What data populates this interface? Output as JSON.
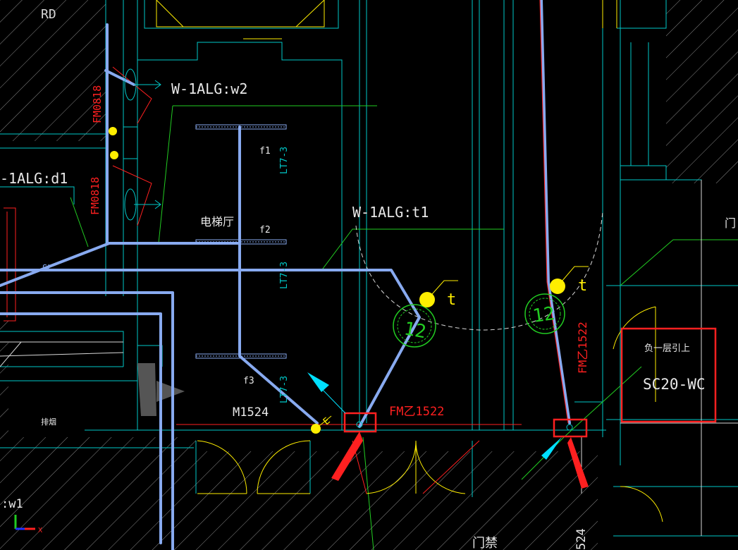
{
  "labels": {
    "rd": "RD",
    "w1alg_w2": "W-1ALG:w2",
    "alg_d1": "-1ALG:d1",
    "w1alg_t1": "W-1ALG:t1",
    "fm0818": "FM0818",
    "fm0818_b": "FM0818",
    "elevator_hall": "电梯厅",
    "f1": "f1",
    "f2": "f2",
    "f3": "f3",
    "lt7_3_a": "LT7-3",
    "lt7_3_b": "LT7-3",
    "lt7_3_c": "LT7-3",
    "m1524": "M1524",
    "fm_yi1522_a": "FM乙1522",
    "fm_yi1522_b": "FM乙1522",
    "sc20_wc": "SC20-WC",
    "neg1_floor_up": "负一层引上",
    "door_label": "门",
    "smoke_exhaust": "排烟",
    "mj_label": "门禁",
    "w1_bottom": ":w1",
    "num_524": "524",
    "t_mark_a": "t",
    "t_mark_b": "t",
    "e_mark": "E",
    "circle_12_a": "12",
    "circle_12_b": "12",
    "small_sl": "SL",
    "axis_x": "X"
  },
  "colors": {
    "background": "#000000",
    "wall_cyan": "#00c8c8",
    "wire_blue": "#88aaf0",
    "green": "#22cc22",
    "red": "#ff2020",
    "yellow": "#ffee00",
    "white": "#e8e8e8",
    "hatch": "#8a8a8a"
  }
}
